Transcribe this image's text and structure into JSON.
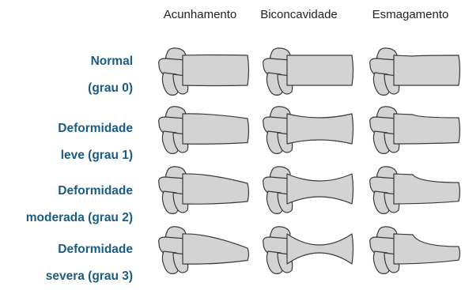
{
  "columns": [
    "Acunhamento",
    "Biconcavidade",
    "Esmagamento"
  ],
  "rows": [
    {
      "line1": "Normal",
      "line2": "(grau 0)"
    },
    {
      "line1": "Deformidade",
      "line2": "leve (grau 1)"
    },
    {
      "line1": "Deformidade",
      "line2": "moderada (grau 2)"
    },
    {
      "line1": "Deformidade",
      "line2": "severa (grau 3)"
    }
  ],
  "colors": {
    "label": "#1a5c86",
    "header": "#222222",
    "bone_fill": "#d3d3d3",
    "bone_stroke": "#3a3a3a"
  }
}
